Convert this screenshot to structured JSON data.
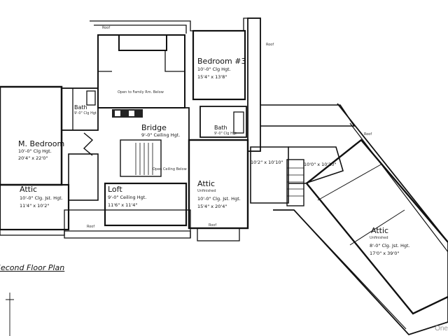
{
  "rooms": {
    "bedroom3": {
      "name": "Bedroom #3",
      "ceiling": "10'-0\" Clg Hgt.",
      "dims": "15'4\" x 13'8\""
    },
    "mbedroom": {
      "name": "M. Bedroom",
      "ceiling": "10'-0\" Clg Hgt.",
      "dims": "20'4\" x 22'0\""
    },
    "bridge": {
      "name": "Bridge",
      "ceiling": "9'-0\" Ceiling Hgt."
    },
    "loft": {
      "name": "Loft",
      "ceiling": "9'-0\" Ceiling Hgt.",
      "dims": "11'6\" x 11'4\""
    },
    "attic_left": {
      "name": "Attic",
      "ceiling": "10'-0\" Clg. Jst. Hgt.",
      "dims": "11'4\" x 10'2\""
    },
    "attic_mid": {
      "name": "Attic",
      "status": "Unfinished",
      "ceiling": "10'-0\" Clg. Jst. Hgt.",
      "dims": "15'4\" x 20'4\""
    },
    "attic_right": {
      "name": "Attic",
      "status": "Unfinished",
      "ceiling": "8'-0\" Clg. Jst. Hgt.",
      "dims": "17'0\" x 39'0\""
    },
    "bath_left": {
      "name": "Bath",
      "ceiling": "9'-0\" Clg Hgt"
    },
    "bath_right": {
      "name": "Bath",
      "ceiling": "9'-0\" Clg Hgt"
    }
  },
  "notes": {
    "room_a": "10'2\" x 10'10\"",
    "room_b": "10'0\" x 10'10\"",
    "open_to_below": "Open to Family Rm. Below",
    "open_ceiling": "Open Ceiling Below",
    "roof": "Roof"
  },
  "caption": "Second Floor Plan",
  "watermark": "One"
}
